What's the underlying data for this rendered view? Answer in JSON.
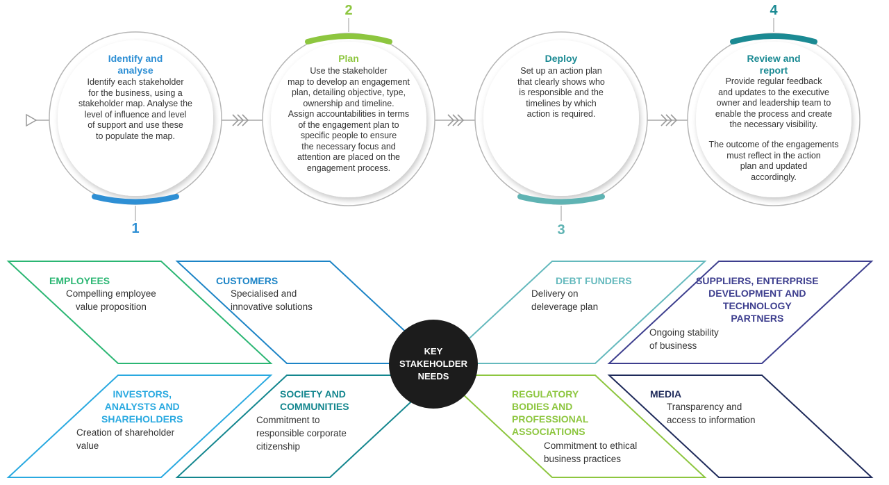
{
  "colors": {
    "step1": "#2e8fd4",
    "step2": "#8dc63f",
    "step3": "#5fb3b3",
    "step4": "#1b8a93",
    "employees": "#2bb673",
    "customers": "#1c84c6",
    "investors": "#29a9e0",
    "society": "#13868e",
    "debt": "#64b9bd",
    "suppliers": "#3d3e8e",
    "regulatory": "#8dc63f",
    "media": "#1e2a5a"
  },
  "steps": [
    {
      "number": "1",
      "title": "Identify and\nanalyse",
      "body": "Identify each stakeholder\nfor the business, using a\nstakeholder map. Analyse the\nlevel of influence and level\nof support and use these\nto populate the map."
    },
    {
      "number": "2",
      "title": "Plan",
      "body": "Use the stakeholder\nmap to develop an engagement\nplan, detailing objective, type,\nownership and timeline.\nAssign accountabilities in terms\nof the engagement plan to\nspecific people to ensure\nthe necessary focus and\nattention are placed on the\nengagement process."
    },
    {
      "number": "3",
      "title": "Deploy",
      "body": "Set up an action plan\nthat clearly shows who\nis responsible and the\ntimelines by which\naction is required."
    },
    {
      "number": "4",
      "title": "Review and\nreport",
      "body": "Provide regular feedback\nand updates to the executive\nowner and leadership team to\nenable the process and create\nthe necessary visibility.",
      "body2": "The outcome of the engagements\nmust reflect in the action\nplan and updated\naccordingly."
    }
  ],
  "hub": {
    "label": "KEY\nSTAKEHOLDER\nNEEDS"
  },
  "stakeholders": {
    "employees": {
      "title": "EMPLOYEES",
      "body": "Compelling employee\nvalue proposition"
    },
    "customers": {
      "title": "CUSTOMERS",
      "body": "Specialised and\ninnovative solutions"
    },
    "investors": {
      "title": "INVESTORS,\nANALYSTS AND\nSHAREHOLDERS",
      "body": "Creation of shareholder\nvalue"
    },
    "society": {
      "title": "SOCIETY AND\nCOMMUNITIES",
      "body": "Commitment to\nresponsible corporate\ncitizenship"
    },
    "debt": {
      "title": "DEBT FUNDERS",
      "body": "Delivery on\ndeleverage plan"
    },
    "suppliers": {
      "title": "SUPPLIERS, ENTERPRISE\nDEVELOPMENT AND\nTECHNOLOGY\nPARTNERS",
      "body": "Ongoing stability\nof business"
    },
    "regulatory": {
      "title": "REGULATORY\nBODIES AND\nPROFESSIONAL\nASSOCIATIONS",
      "body": "Commitment to ethical\nbusiness practices"
    },
    "media": {
      "title": "MEDIA",
      "body": "Transparency and\naccess to information"
    }
  }
}
